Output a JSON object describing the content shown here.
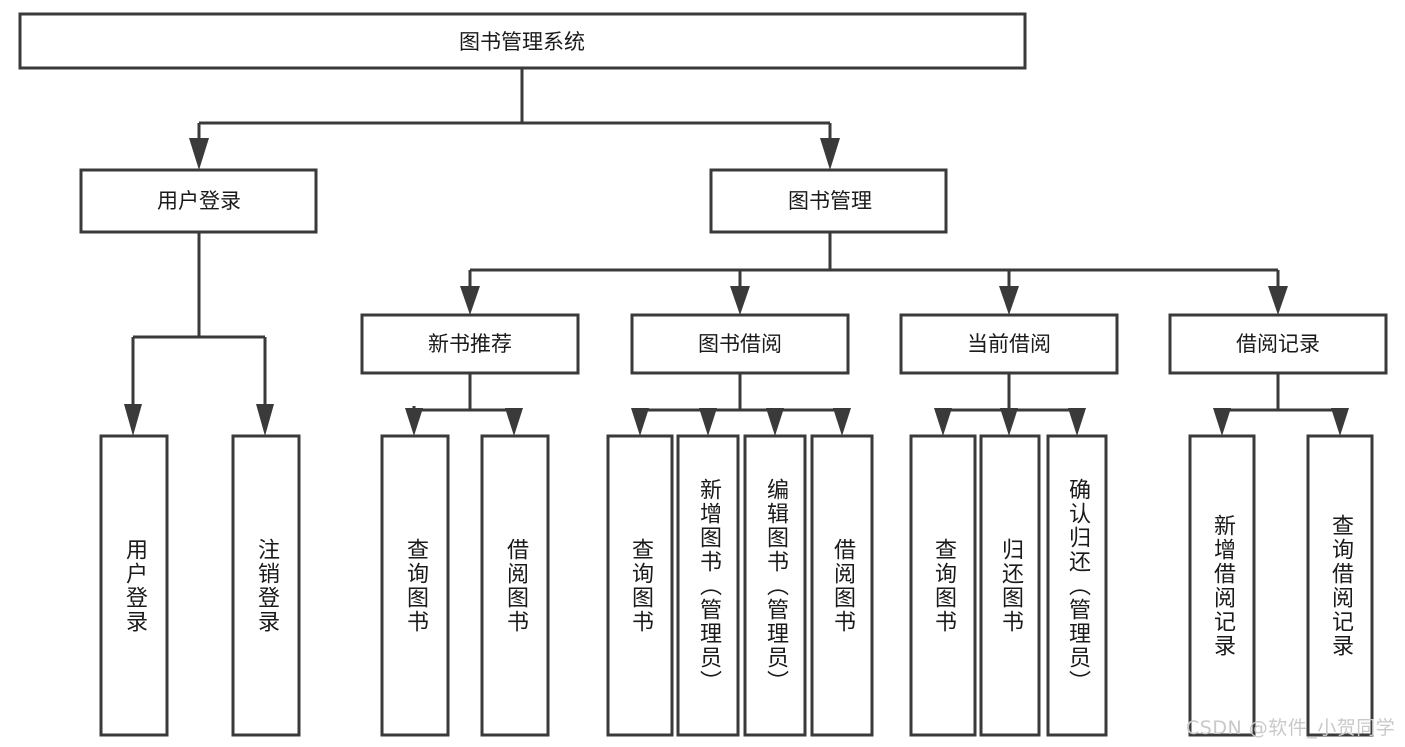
{
  "diagram": {
    "title": "图书管理系统",
    "watermark": "CSDN @软件_小贺同学",
    "colors": {
      "stroke": "#3a3a3a",
      "box_fill": "#ffffff",
      "text": "#1a1a1a",
      "watermark": "#c9c9c9",
      "background": "#ffffff"
    },
    "root": {
      "label": "图书管理系统"
    },
    "level1": [
      {
        "label": "用户登录"
      },
      {
        "label": "图书管理"
      }
    ],
    "level2": [
      {
        "label": "新书推荐"
      },
      {
        "label": "图书借阅"
      },
      {
        "label": "当前借阅"
      },
      {
        "label": "借阅记录"
      }
    ],
    "leaves": {
      "user_login": [
        {
          "label": "用户登录"
        },
        {
          "label": "注销登录"
        }
      ],
      "new_book_recommend": [
        {
          "label": "查询图书"
        },
        {
          "label": "借阅图书"
        }
      ],
      "book_borrow": [
        {
          "label": "查询图书"
        },
        {
          "label": "新增图书（管理员）"
        },
        {
          "label": "编辑图书（管理员）"
        },
        {
          "label": "借阅图书"
        }
      ],
      "current_borrow": [
        {
          "label": "查询图书"
        },
        {
          "label": "归还图书"
        },
        {
          "label": "确认归还（管理员）"
        }
      ],
      "borrow_record": [
        {
          "label": "新增借阅记录"
        },
        {
          "label": "查询借阅记录"
        }
      ]
    }
  }
}
